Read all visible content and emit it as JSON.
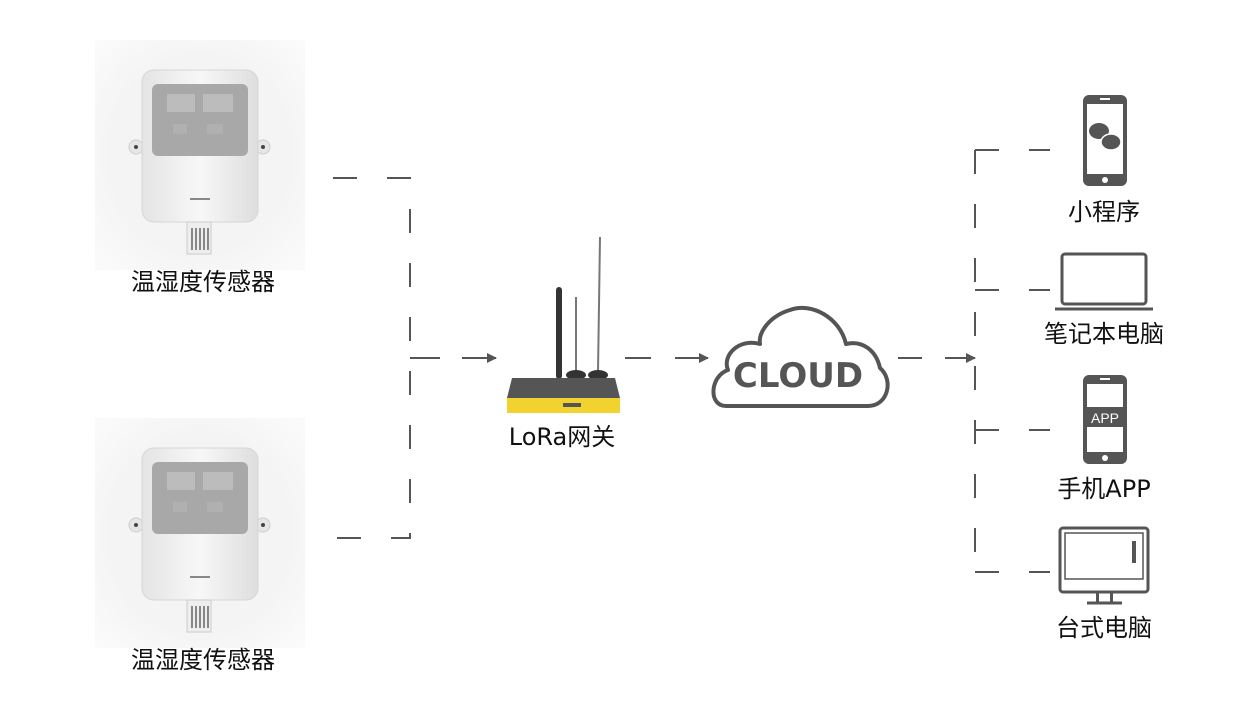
{
  "sensors": [
    {
      "label": "温湿度传感器"
    },
    {
      "label": "温湿度传感器"
    }
  ],
  "gateway": {
    "label": "LoRa网关",
    "accent_color": "#f2d22e"
  },
  "cloud": {
    "label": "CLOUD"
  },
  "clients": [
    {
      "label": "小程序",
      "icon": "phone-wechat-icon"
    },
    {
      "label": "笔记本电脑",
      "icon": "laptop-icon"
    },
    {
      "label": "手机APP",
      "icon": "phone-app-icon",
      "screen_text": "APP"
    },
    {
      "label": "台式电脑",
      "icon": "desktop-icon"
    }
  ],
  "colors": {
    "line": "#555555",
    "icon": "#555555"
  }
}
